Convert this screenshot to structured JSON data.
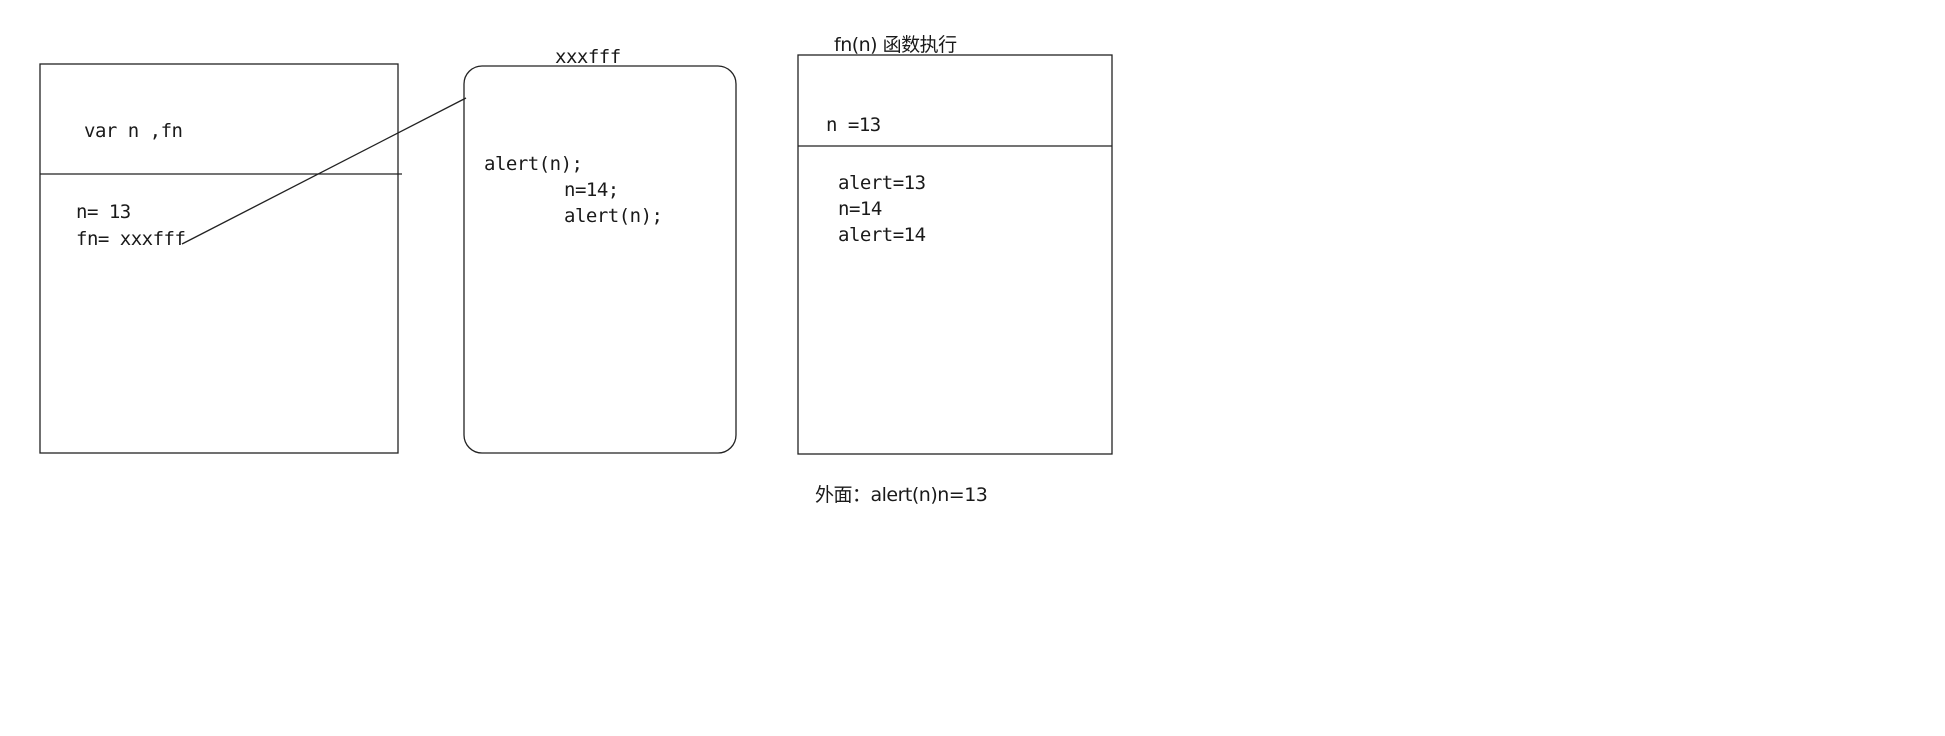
{
  "global_scope": {
    "declaration": "var n ,fn",
    "assign_n": "n= 13",
    "assign_fn": "fn= xxxfff"
  },
  "heap_object": {
    "address": "xxxfff",
    "line1": "alert(n);",
    "line2": "n=14;",
    "line3": "alert(n);"
  },
  "execution_context": {
    "title": "fn(n) 函数执行",
    "param": "n =13",
    "line1": "alert=13",
    "line2": "n=14",
    "line3": "alert=14"
  },
  "outside_note": "外面：alert(n)n=13"
}
